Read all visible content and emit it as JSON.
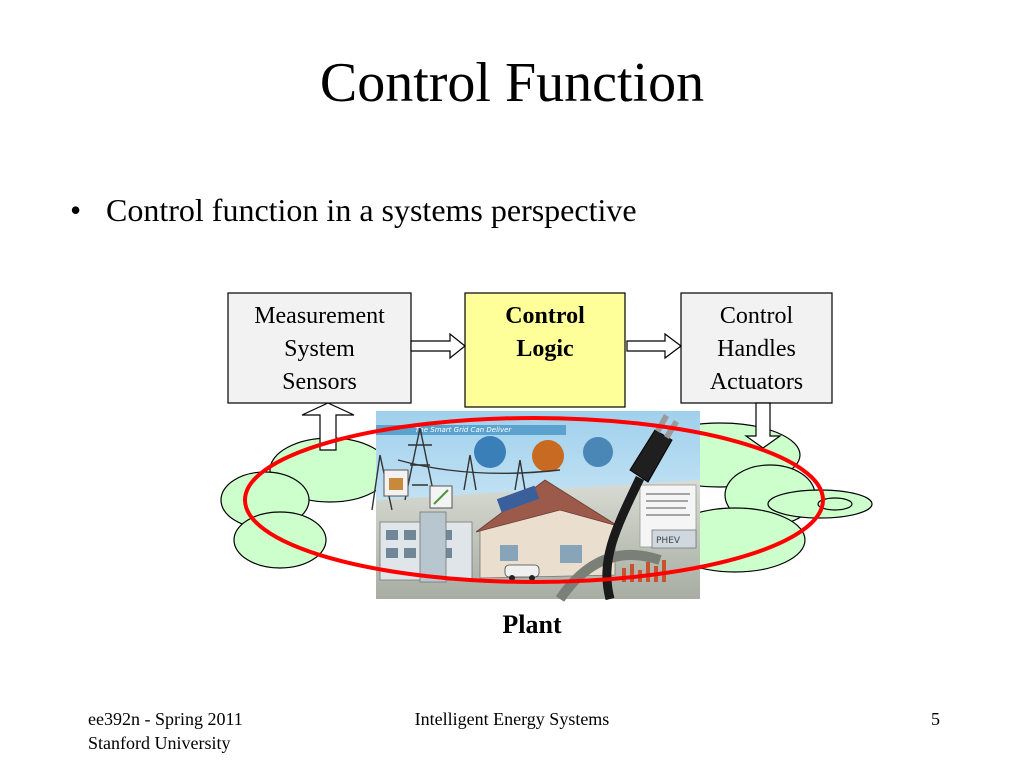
{
  "slide": {
    "title": "Control Function",
    "bullet": "Control function in a systems perspective"
  },
  "diagram": {
    "boxes": {
      "measurement": {
        "lines": [
          "Measurement",
          "System",
          "Sensors"
        ],
        "fill": "#f2f2f2"
      },
      "control_logic": {
        "lines": [
          "Control",
          "Logic"
        ],
        "fill": "#ffff99"
      },
      "actuators": {
        "lines": [
          "Control",
          "Handles",
          "Actuators"
        ],
        "fill": "#f2f2f2"
      }
    },
    "plant_label": "Plant",
    "image_caption": "The Smart Grid Can Deliver",
    "image_phev_text": "PHEV",
    "colors": {
      "cloud": "#ccffcc",
      "ellipse": "#ff0000",
      "sky": "#b9dff2"
    }
  },
  "footer": {
    "course": "ee392n - Spring 2011",
    "university": "Stanford University",
    "center": "Intelligent Energy Systems",
    "page": "5"
  }
}
